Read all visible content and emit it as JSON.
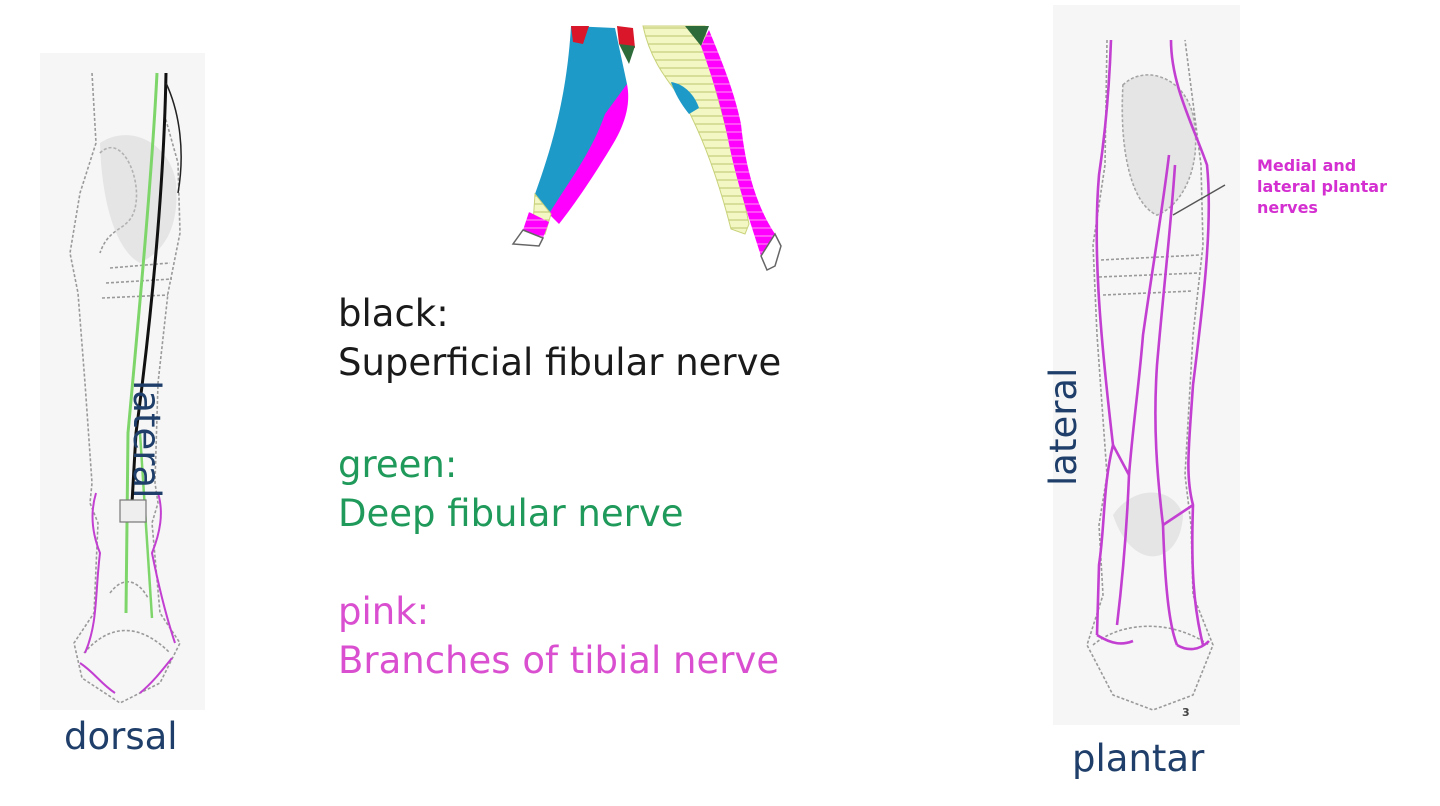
{
  "views": {
    "dorsal": {
      "label": "dorsal",
      "side_label": "lateral"
    },
    "plantar": {
      "label": "plantar",
      "side_label": "lateral",
      "figure_mark": "3"
    }
  },
  "legend": [
    {
      "color_name": "black:",
      "nerve": "Superficial fibular nerve",
      "color": "#1a1a1a"
    },
    {
      "color_name": "green:",
      "nerve": "Deep fibular nerve",
      "color": "#1f9a5a"
    },
    {
      "color_name": "pink:",
      "nerve": "Branches of tibial nerve",
      "color": "#d94fd0"
    }
  ],
  "callout": {
    "lines": [
      "Medial and",
      "lateral plantar",
      "nerves"
    ],
    "color": "#d42fd0"
  },
  "colors": {
    "label_text": "#1f3f6a",
    "nerve_black": "#111111",
    "nerve_green": "#7ed66b",
    "nerve_pink": "#c23fd1",
    "region_blue": "#1e9ac9",
    "region_magenta": "#ff00ff",
    "region_red": "#d9162a",
    "region_darkgreen": "#2e6b3a",
    "region_yellow_hatch": "#f3f7c4"
  }
}
